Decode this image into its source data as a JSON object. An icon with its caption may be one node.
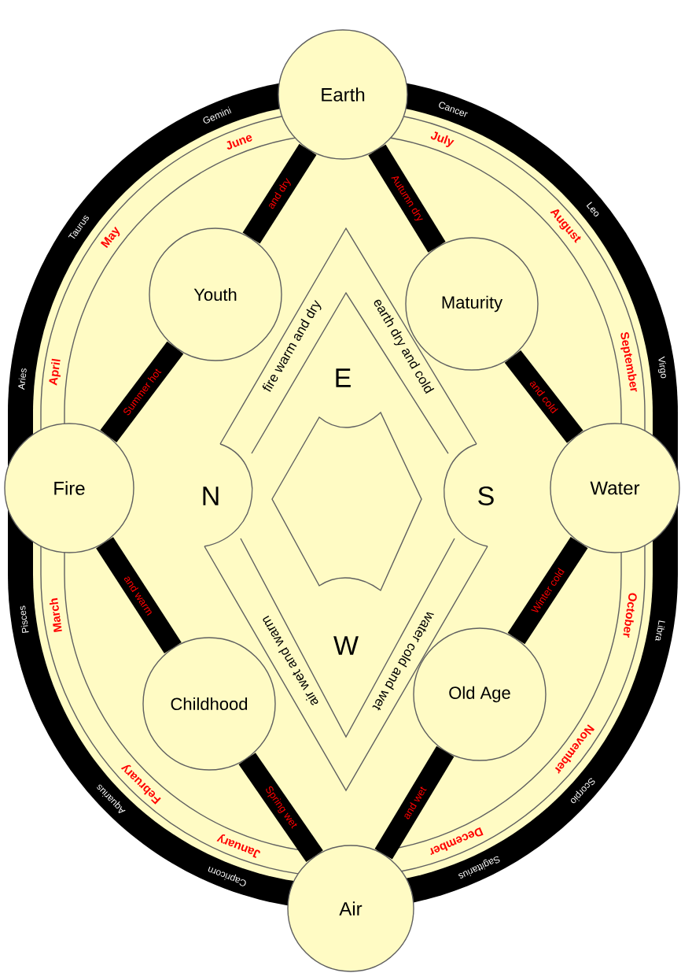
{
  "diagram": {
    "nodes": [
      {
        "text": [
          "Earth"
        ]
      },
      {
        "text": [
          "Youth"
        ]
      },
      {
        "text": [
          "Maturity"
        ]
      },
      {
        "text": [
          "Fire"
        ]
      },
      {
        "text": [
          "N"
        ]
      },
      {
        "text": [
          "S"
        ]
      },
      {
        "text": [
          "Water"
        ]
      },
      {
        "text": [
          "Childhood"
        ]
      },
      {
        "text": [
          "Old Age"
        ]
      },
      {
        "text": [
          "Air"
        ]
      }
    ],
    "edges": [
      {
        "from": 0,
        "to": 1,
        "arrow": "none",
        "label": "and dry"
      },
      {
        "from": 0,
        "to": 2,
        "arrow": "none",
        "label": "Autumn dry"
      },
      {
        "from": 1,
        "to": 3,
        "arrow": "none",
        "label": "Summer hot"
      },
      {
        "from": 2,
        "to": 6,
        "arrow": "none",
        "label": "and cold"
      },
      {
        "from": 3,
        "to": 7,
        "arrow": "none",
        "label": "and warm"
      },
      {
        "from": 6,
        "to": 8,
        "arrow": "none",
        "label": "Winter cold"
      },
      {
        "from": 7,
        "to": 9,
        "arrow": "none",
        "label": "Spring wet"
      },
      {
        "from": 8,
        "to": 9,
        "arrow": "none",
        "label": "and wet"
      }
    ],
    "labels": [
      "Cancer",
      "Leo",
      "Virgo",
      "Libra",
      "Scorpio",
      "Sagittarius",
      "Capricorn",
      "Aquarius",
      "Pisces",
      "Aries",
      "Taurus",
      "Gemini",
      "July",
      "August",
      "September",
      "October",
      "November",
      "December",
      "January",
      "February",
      "March",
      "April",
      "May",
      "June",
      "fire warm and dry",
      "earth dry and cold",
      "E",
      "air wet and warm",
      "water cold and wet",
      "W"
    ]
  }
}
